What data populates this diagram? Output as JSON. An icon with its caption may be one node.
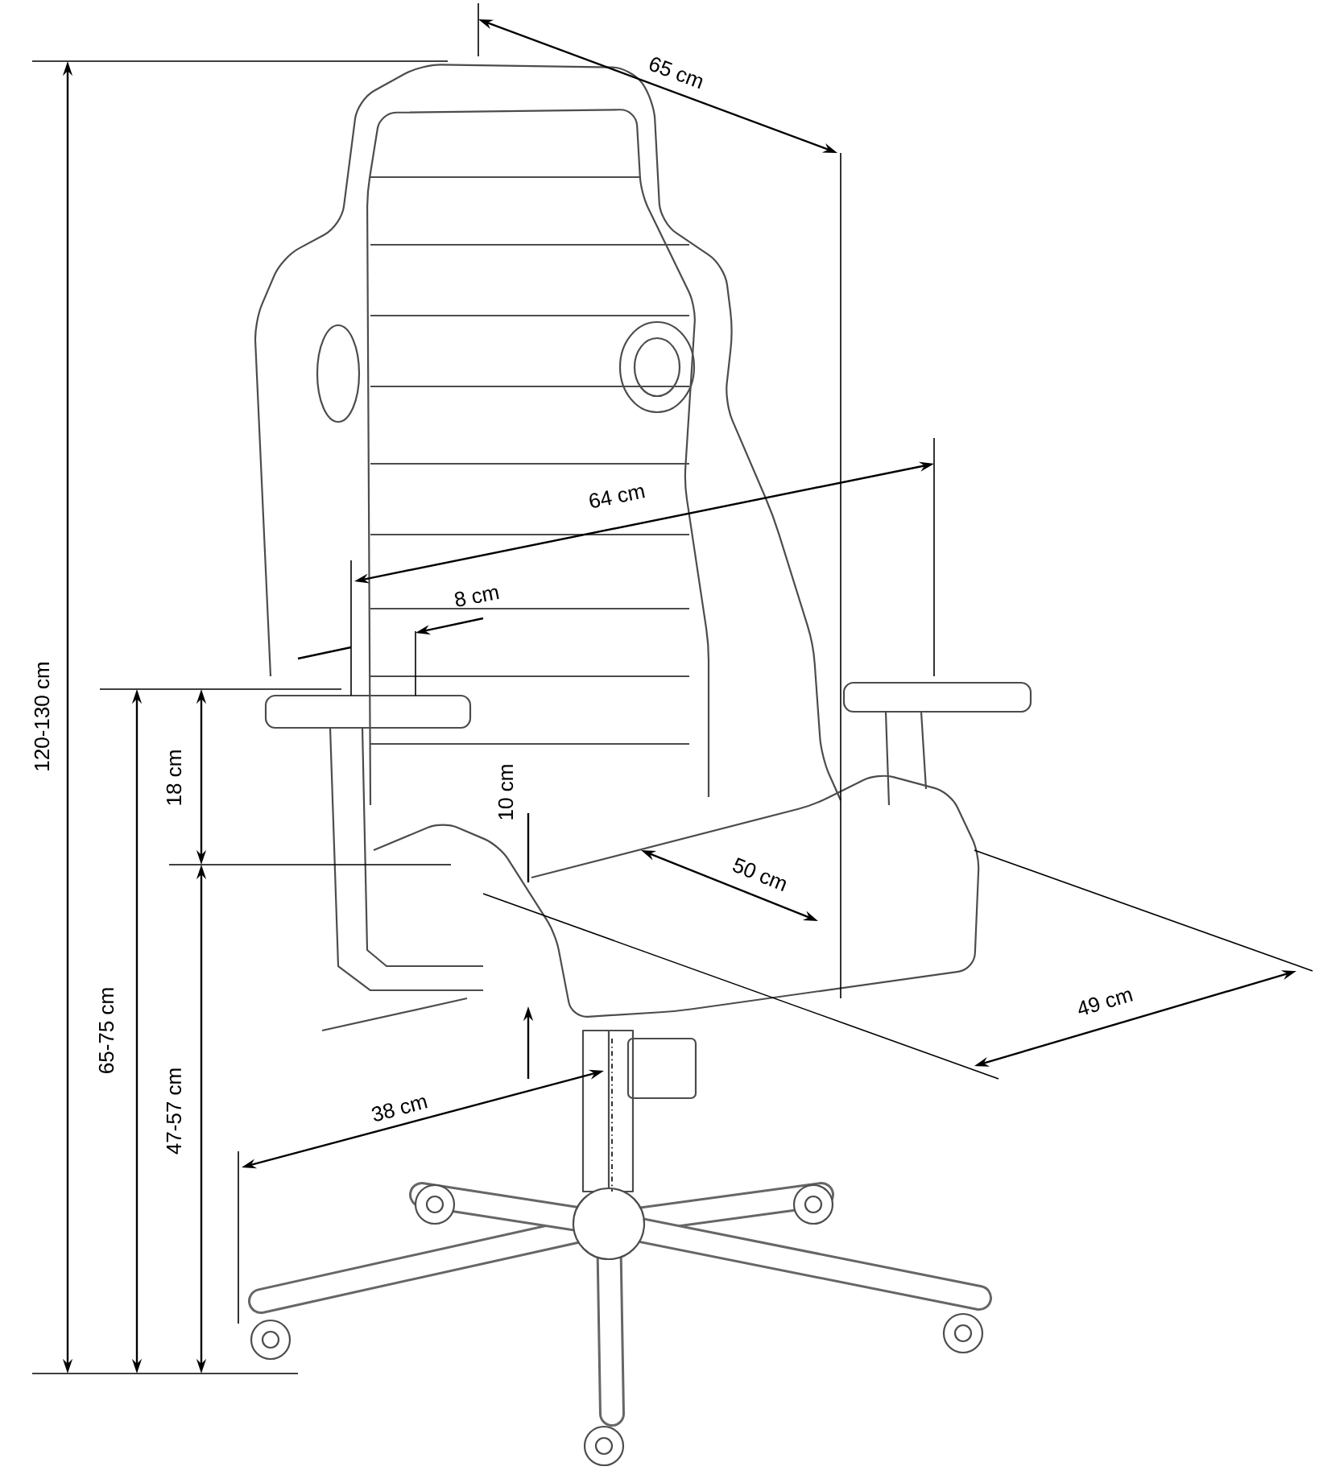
{
  "diagram": {
    "labels": [
      "65 cm",
      "64 cm",
      "8 cm",
      "120-130 cm",
      "18 cm",
      "10 cm",
      "50 cm",
      "49 cm",
      "65-75 cm",
      "47-57 cm",
      "38 cm"
    ]
  }
}
